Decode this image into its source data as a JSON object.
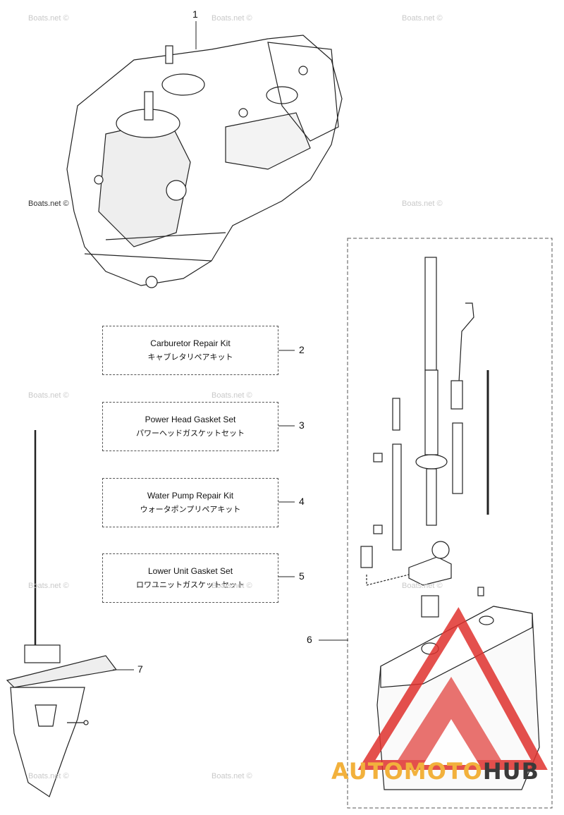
{
  "callouts": [
    "1",
    "2",
    "3",
    "4",
    "5",
    "6",
    "7"
  ],
  "kits": [
    {
      "en": "Carburetor Repair Kit",
      "jp": "キャブレタリペアキット"
    },
    {
      "en": "Power Head Gasket Set",
      "jp": "パワーヘッドガスケットセット"
    },
    {
      "en": "Water Pump Repair Kit",
      "jp": "ウォータポンプリペアキット"
    },
    {
      "en": "Lower Unit Gasket Set",
      "jp": "ロワユニットガスケットセット"
    }
  ],
  "watermark": "Boats.net ©",
  "brand": {
    "part1": "AUTO",
    "part2": "MOTO",
    "part3": "HUB"
  },
  "colors": {
    "logo_red": "#e0322e",
    "logo_orange": "#f2b13c",
    "logo_dark": "#3a3a3a",
    "line": "#222222"
  }
}
